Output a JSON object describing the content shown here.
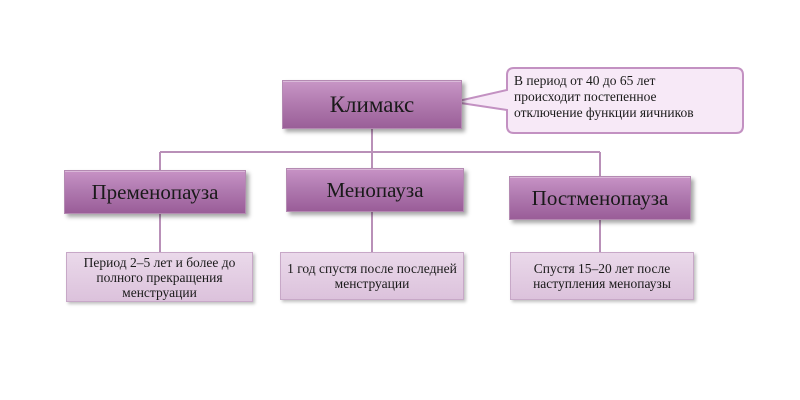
{
  "diagram": {
    "root": {
      "label": "Климакс"
    },
    "callout": {
      "text": "В период от 40 до 65 лет происходит постепенное отключение функции яичников"
    },
    "phases": [
      {
        "label": "Пременопауза",
        "description": "Период 2–5 лет и более до полного прекращения менструации"
      },
      {
        "label": "Менопауза",
        "description": "1 год спустя после последней менструации"
      },
      {
        "label": "Постменопауза",
        "description": "Спустя 15–20 лет после наступления менопаузы"
      }
    ]
  },
  "colors": {
    "node_fill": "#b07ab0",
    "description_fill": "#e2cde2",
    "callout_fill": "#f7e9f7",
    "connector": "#b990b8"
  }
}
